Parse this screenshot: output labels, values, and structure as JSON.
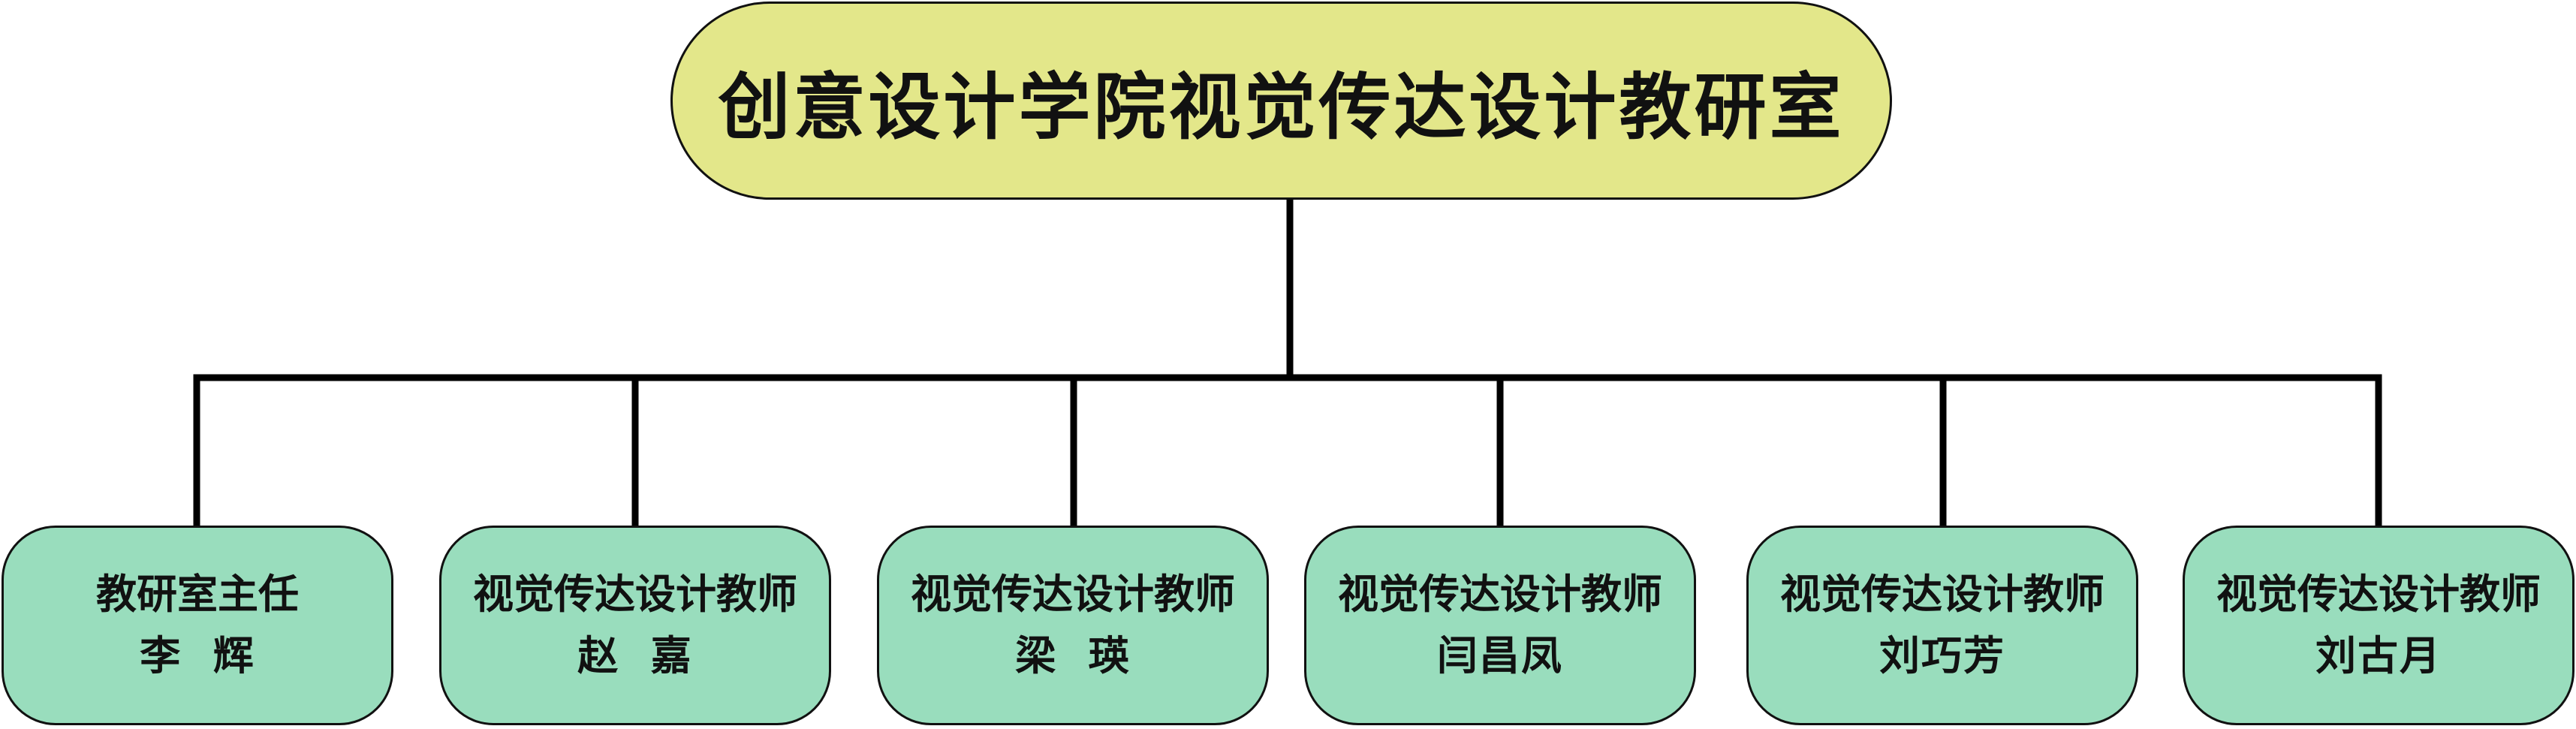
{
  "colors": {
    "root_fill": "#e3e78a",
    "child_fill": "#99ddbd",
    "line": "#000000"
  },
  "root": {
    "title": "创意设计学院视觉传达设计教研室"
  },
  "members": [
    {
      "role": "教研室主任",
      "name": "李  辉"
    },
    {
      "role": "视觉传达设计教师",
      "name": "赵  嘉"
    },
    {
      "role": "视觉传达设计教师",
      "name": "梁  瑛"
    },
    {
      "role": "视觉传达设计教师",
      "name": "闫昌凤"
    },
    {
      "role": "视觉传达设计教师",
      "name": "刘巧芳"
    },
    {
      "role": "视觉传达设计教师",
      "name": "刘古月"
    }
  ]
}
